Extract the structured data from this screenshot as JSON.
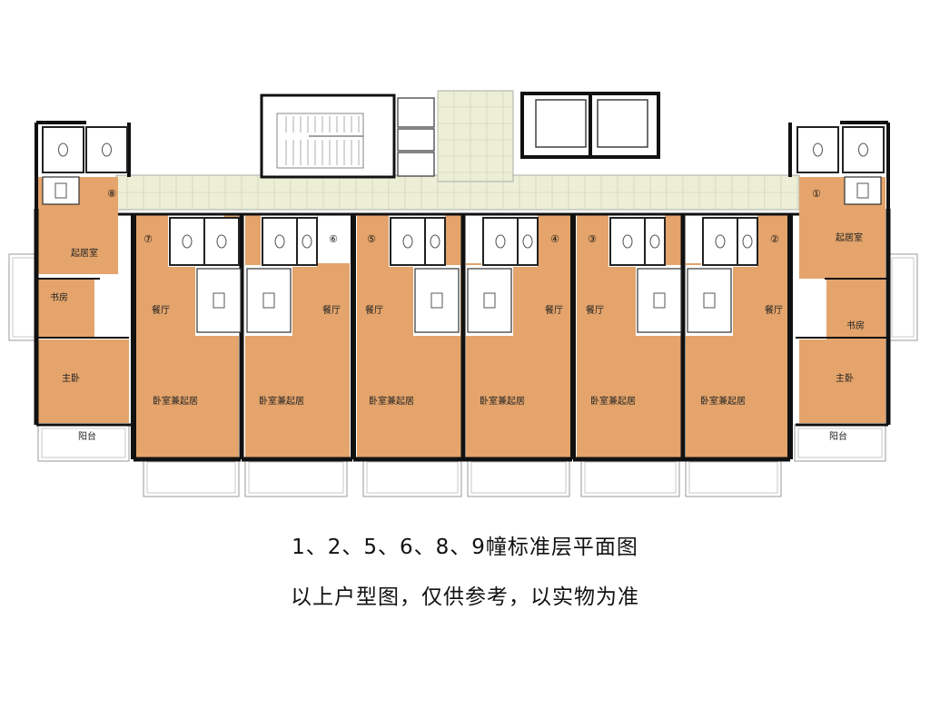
{
  "colors": {
    "room_fill": "#e4a46b",
    "corridor_fill": "#ecefd6",
    "wall": "#111111",
    "fixture_line": "#555555",
    "balcony_line": "#9a9a9a"
  },
  "units": [
    {
      "number": "①",
      "dining": "",
      "bedroom_living": "",
      "living": "起居室",
      "study": "书房",
      "master": "主卧",
      "balcony": "阳台"
    },
    {
      "number": "②",
      "dining": "餐厅",
      "bedroom_living": "卧室兼起居"
    },
    {
      "number": "③",
      "dining": "餐厅",
      "bedroom_living": "卧室兼起居"
    },
    {
      "number": "④",
      "dining": "餐厅",
      "bedroom_living": "卧室兼起居"
    },
    {
      "number": "⑤",
      "dining": "餐厅",
      "bedroom_living": "卧室兼起居"
    },
    {
      "number": "⑥",
      "dining": "餐厅",
      "bedroom_living": "卧室兼起居"
    },
    {
      "number": "⑦",
      "dining": "餐厅",
      "bedroom_living": "卧室兼起居"
    },
    {
      "number": "⑧",
      "living": "起居室",
      "study": "书房",
      "master": "主卧",
      "balcony": "阳台"
    }
  ],
  "title": "1、2、5、6、8、9幢标准层平面图",
  "note": "以上户型图，仅供参考，以实物为准"
}
